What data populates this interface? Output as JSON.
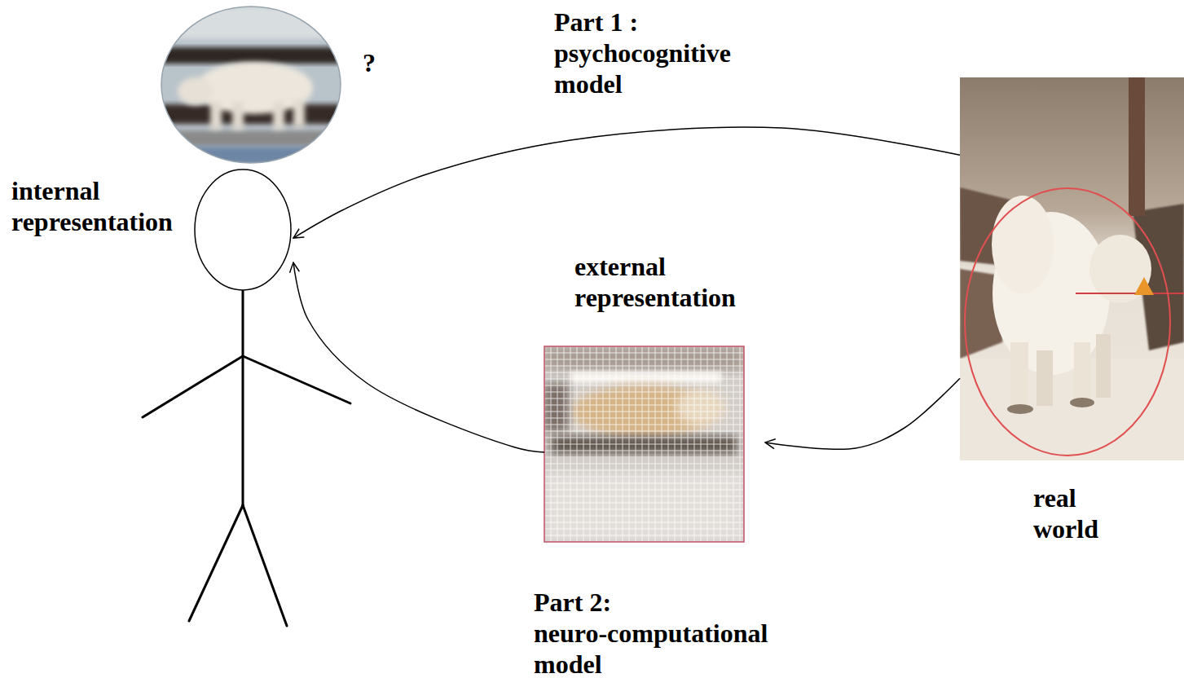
{
  "diagram": {
    "nodes": [
      {
        "text": [
          "internal representation"
        ]
      },
      {
        "text": [
          "external representation"
        ]
      },
      {
        "text": [
          "real world"
        ]
      }
    ],
    "edges": [
      {
        "from": 2,
        "to": 0,
        "arrow": "to"
      },
      {
        "from": 2,
        "to": 1,
        "arrow": "to"
      },
      {
        "from": 1,
        "to": 0,
        "arrow": "to"
      }
    ],
    "labels": [
      "Part 1 : psychocognitive model",
      "?",
      "Part 2: neuro-computational model"
    ]
  }
}
